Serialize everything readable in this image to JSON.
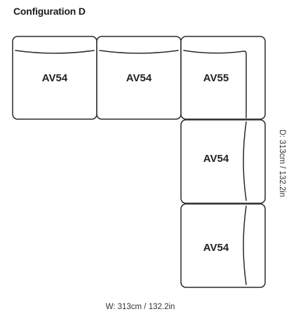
{
  "title": "Configuration D",
  "modules": [
    {
      "id": "m1",
      "label": "AV54"
    },
    {
      "id": "m2",
      "label": "AV54"
    },
    {
      "id": "m3",
      "label": "AV55"
    },
    {
      "id": "m4",
      "label": "AV54"
    },
    {
      "id": "m5",
      "label": "AV54"
    }
  ],
  "dimensions": {
    "width": "W: 313cm / 132.2in",
    "depth": "D: 313cm / 132.2in"
  }
}
